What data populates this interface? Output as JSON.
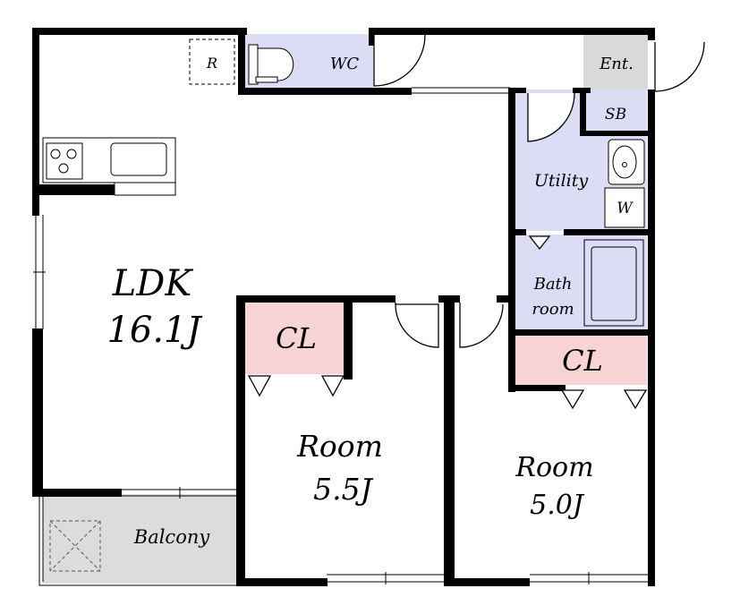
{
  "rooms": {
    "ldk_name": "LDK",
    "ldk_size": "16.1J",
    "room1_name": "Room",
    "room1_size": "5.5J",
    "room2_name": "Room",
    "room2_size": "5.0J",
    "wc": "WC",
    "entrance": "Ent.",
    "shoe_box": "SB",
    "utility": "Utility",
    "washer": "W",
    "bath_line1": "Bath",
    "bath_line2": "room",
    "closet1": "CL",
    "closet2": "CL",
    "balcony": "Balcony",
    "fridge": "R"
  },
  "colors": {
    "wet_area": "#dcdcf5",
    "closet": "#f7d3d3",
    "entrance": "#d9d9d9",
    "balcony": "#dcdcdc",
    "wall": "#000000"
  }
}
